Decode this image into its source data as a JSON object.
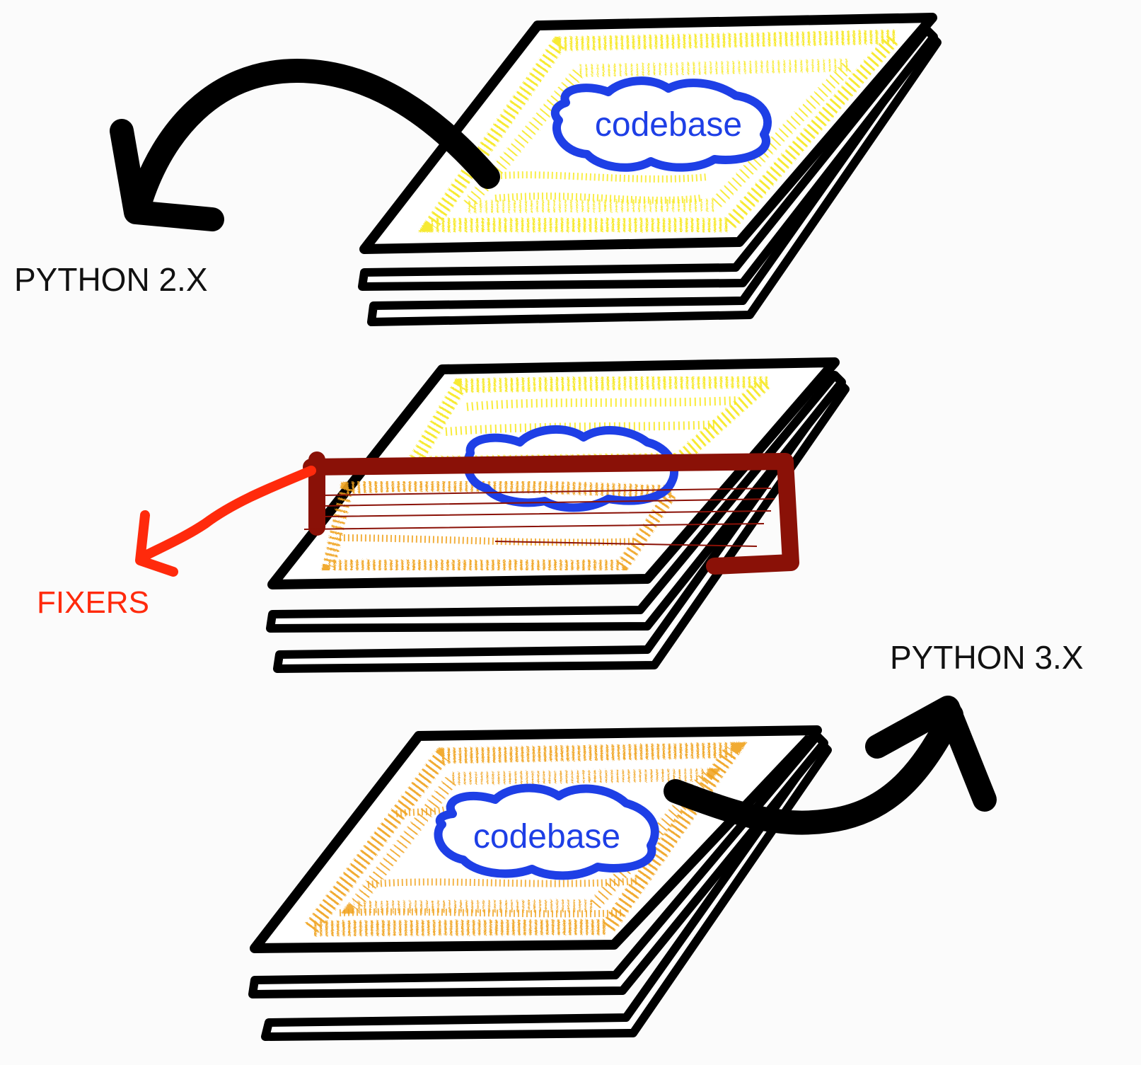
{
  "labels": {
    "python2": "PYTHON 2.X",
    "python3": "PYTHON 3.X",
    "fixers": "FIXERS"
  },
  "stacks": [
    {
      "id": "top",
      "fill": "yellow",
      "cloud_label": "codebase"
    },
    {
      "id": "middle",
      "fill": "yellow-to-orange",
      "cloud_label": ""
    },
    {
      "id": "bottom",
      "fill": "orange",
      "cloud_label": "codebase"
    }
  ],
  "colors": {
    "outline": "#000000",
    "yellow": "#f7e81a",
    "orange": "#f0a21e",
    "cloud": "#1e3fe6",
    "fixers": "#ff2a0c",
    "bracket": "#8a1107",
    "background": "#fbfbfb"
  }
}
